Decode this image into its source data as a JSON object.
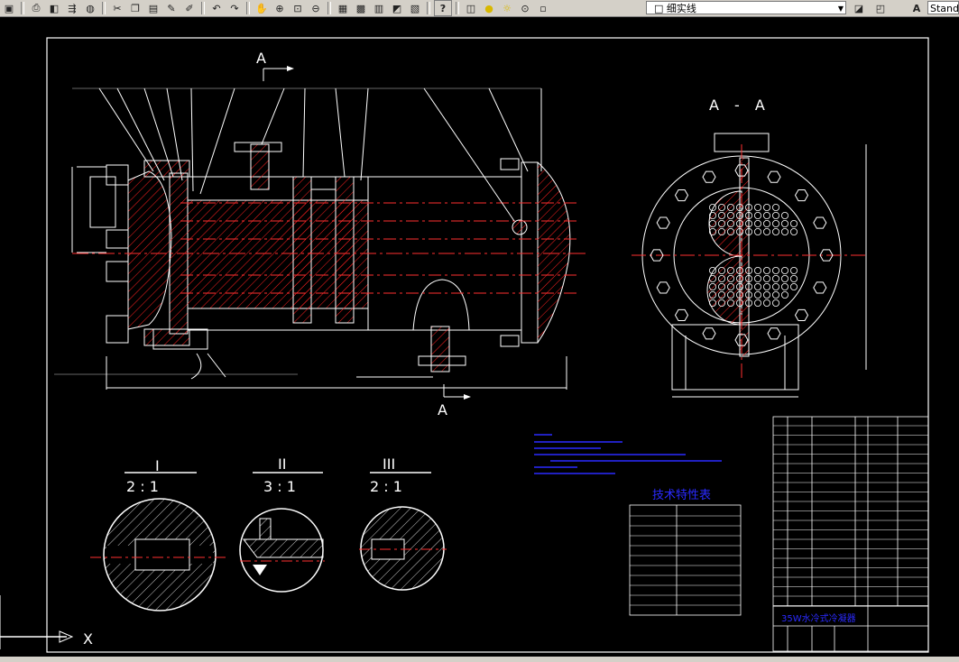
{
  "toolbar": {
    "layer_value": "□ 细实线",
    "text_style_value": "Stand",
    "help_glyph": "?"
  },
  "drawing": {
    "section_marks": {
      "top": "A",
      "bottom": "A",
      "view": "A - A"
    },
    "details": [
      {
        "roman": "I",
        "scale": "2 : 1"
      },
      {
        "roman": "II",
        "scale": "3 : 1"
      },
      {
        "roman": "III",
        "scale": "2 : 1"
      }
    ],
    "tech_table_title": "技术特性表",
    "title_block_name": "35W水冷式冷凝器",
    "ucs_label": "X"
  },
  "colors": {
    "background": "#000000",
    "linework": "#ffffff",
    "hatch": "#ff0000",
    "annotation": "#0000ff"
  }
}
